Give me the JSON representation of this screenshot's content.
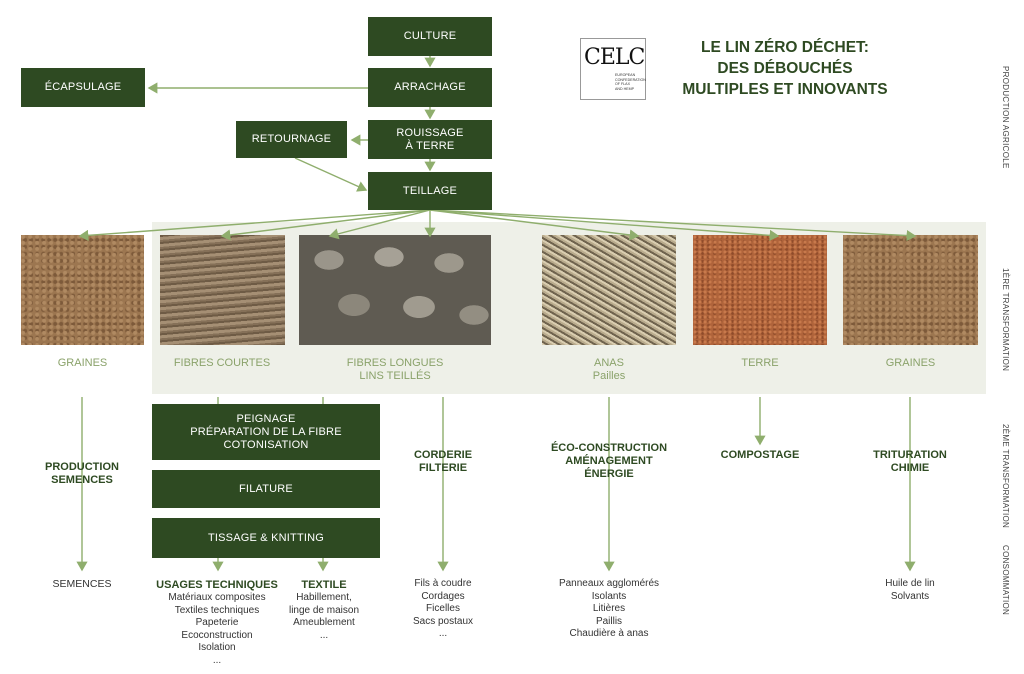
{
  "title": [
    "LE LIN ZÉRO DÉCHET:",
    "DES DÉBOUCHÉS",
    "MULTIPLES ET INNOVANTS"
  ],
  "logo": {
    "text": "CELC",
    "subtitle": [
      "EUROPEAN",
      "CONFEDERATION",
      "OF FLAX",
      "AND HEMP"
    ]
  },
  "side_labels": {
    "agri": "PRODUCTION AGRICOLE",
    "first": "1ÈRE TRANSFORMATION",
    "second": "2ÈME TRANSFORMATION",
    "conso": "CONSOMMATION"
  },
  "flow_boxes": {
    "culture": "CULTURE",
    "arrachage": "ARRACHAGE",
    "ecapsulage": "ÉCAPSULAGE",
    "retournage": "RETOURNAGE",
    "rouissage": [
      "ROUISSAGE",
      "À TERRE"
    ],
    "teillage": "TEILLAGE",
    "peignage": [
      "PEIGNAGE",
      "PRÉPARATION DE LA FIBRE",
      "COTONISATION"
    ],
    "filature": "FILATURE",
    "tissage": "TISSAGE & KNITTING"
  },
  "products": [
    {
      "id": "graines1",
      "label": [
        "GRAINES"
      ],
      "photo": "seeds-photo"
    },
    {
      "id": "fibres-courtes",
      "label": [
        "FIBRES COURTES"
      ],
      "photo": "short-fibre-photo"
    },
    {
      "id": "fibres-longues",
      "label": [
        "FIBRES LONGUES",
        "LINS TEILLÉS"
      ],
      "photo": "long-fibre-photo"
    },
    {
      "id": "anas",
      "label": [
        "ANAS",
        "Pailles"
      ],
      "photo": "shives-photo"
    },
    {
      "id": "terre",
      "label": [
        "TERRE"
      ],
      "photo": "soil-photo"
    },
    {
      "id": "graines2",
      "label": [
        "GRAINES"
      ],
      "photo": "seeds-photo"
    }
  ],
  "second_transformation": {
    "production": [
      "PRODUCTION",
      "SEMENCES"
    ],
    "corderie": [
      "CORDERIE",
      "FILTERIE"
    ],
    "eco": [
      "ÉCO-CONSTRUCTION",
      "AMÉNAGEMENT",
      "ÉNERGIE"
    ],
    "compostage": [
      "COMPOSTAGE"
    ],
    "trituration": [
      "TRITURATION",
      "CHIMIE"
    ]
  },
  "consumption": {
    "semences": [
      "SEMENCES"
    ],
    "usages_title": "USAGES TECHNIQUES",
    "usages": [
      "Matériaux composites",
      "Textiles techniques",
      "Papeterie",
      "Ecoconstruction",
      "Isolation",
      "..."
    ],
    "textile_title": "TEXTILE",
    "textile": [
      "Habillement,",
      "linge de maison",
      "Ameublement",
      "..."
    ],
    "corderie": [
      "Fils à coudre",
      "Cordages",
      "Ficelles",
      "Sacs postaux",
      "..."
    ],
    "eco": [
      "Panneaux agglomérés",
      "Isolants",
      "Litières",
      "Paillis",
      "Chaudière à anas"
    ],
    "trituration": [
      "Huile de lin",
      "Solvants"
    ]
  },
  "colors": {
    "dark_green": "#2e4a22",
    "light_green": "#8aa26a",
    "band": "#eef0e8",
    "arrow": "#8fae6d"
  }
}
